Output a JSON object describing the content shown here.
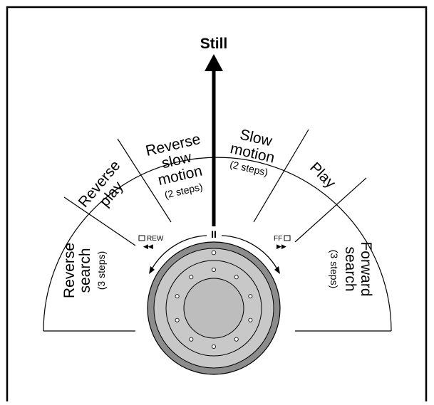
{
  "title": "Still",
  "segments": [
    {
      "id": "reverse-search",
      "line1": "Reverse",
      "line2": "search",
      "steps": "(3 steps)"
    },
    {
      "id": "reverse-play",
      "line1": "Reverse",
      "line2": "play"
    },
    {
      "id": "reverse-slow",
      "line1": "Reverse",
      "line2": "slow",
      "line3": "motion",
      "steps": "(2 steps)"
    },
    {
      "id": "slow-motion",
      "line1": "Slow",
      "line2": "motion",
      "steps": "(2 steps)"
    },
    {
      "id": "play",
      "line1": "Play"
    },
    {
      "id": "forward-search",
      "line1": "Forward",
      "line2": "search",
      "steps": "(3 steps)"
    }
  ],
  "dial": {
    "rew_label": "REW",
    "ff_label": "FF",
    "pause_symbol": "II",
    "rew_arrows": "◀◀",
    "ff_arrows": "▶▶"
  },
  "colors": {
    "line": "#000000",
    "knob_outer": "#8c8c8c",
    "knob_ring": "#c8c8c8",
    "knob_face": "#bdbdbd",
    "background": "#ffffff"
  }
}
